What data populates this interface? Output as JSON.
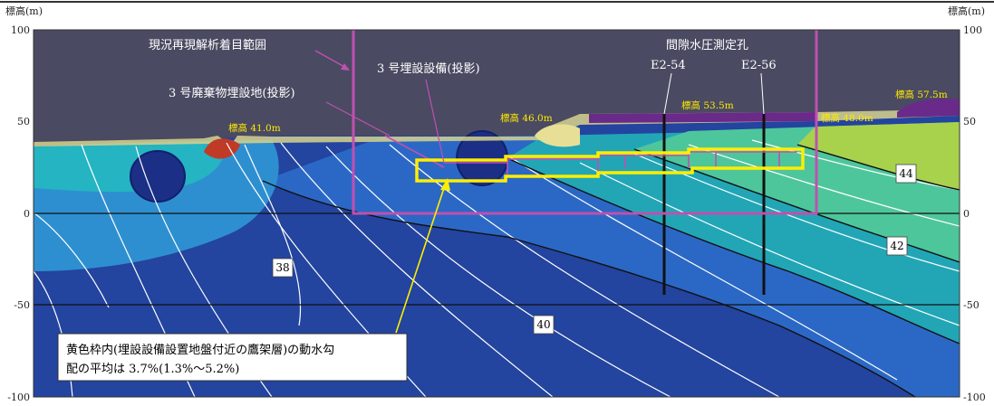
{
  "axes": {
    "left_title": "標高(m)",
    "right_title": "標高(m)",
    "ticks": [
      "100",
      "50",
      "0",
      "-50",
      "-100"
    ]
  },
  "ground_labels": {
    "e41": "標高 41.0m",
    "e46": "標高 46.0m",
    "e53": "標高 53.5m",
    "e48": "標高 48.0m",
    "e57": "標高 57.5m"
  },
  "annotations": {
    "focus_range": "現況再現解析着目範囲",
    "waste_site": "3 号廃棄物埋設地(投影)",
    "facility": "3 号埋設設備(投影)",
    "pore_holes": "間隙水圧測定孔",
    "hole_a": "E2-54",
    "hole_b": "E2-56"
  },
  "contour_values": {
    "v38": "38",
    "v40": "40",
    "v42": "42",
    "v44": "44"
  },
  "note": {
    "line1": "黄色枠内(埋設設備設置地盤付近の鷹架層)の動水勾",
    "line2": "配の平均は 3.7%(1.3%～5.2%)"
  },
  "colors": {
    "sky": "#4a4a62",
    "deep_blue": "#1e3d9c",
    "mid_blue": "#2a64c4",
    "teal": "#1ea6b4",
    "green": "#4cc49c",
    "yellow_green": "#a8d24c",
    "magenta_frame": "#c050b0",
    "yellow_frame": "#ffee00",
    "contour_white": "#ffffff"
  }
}
